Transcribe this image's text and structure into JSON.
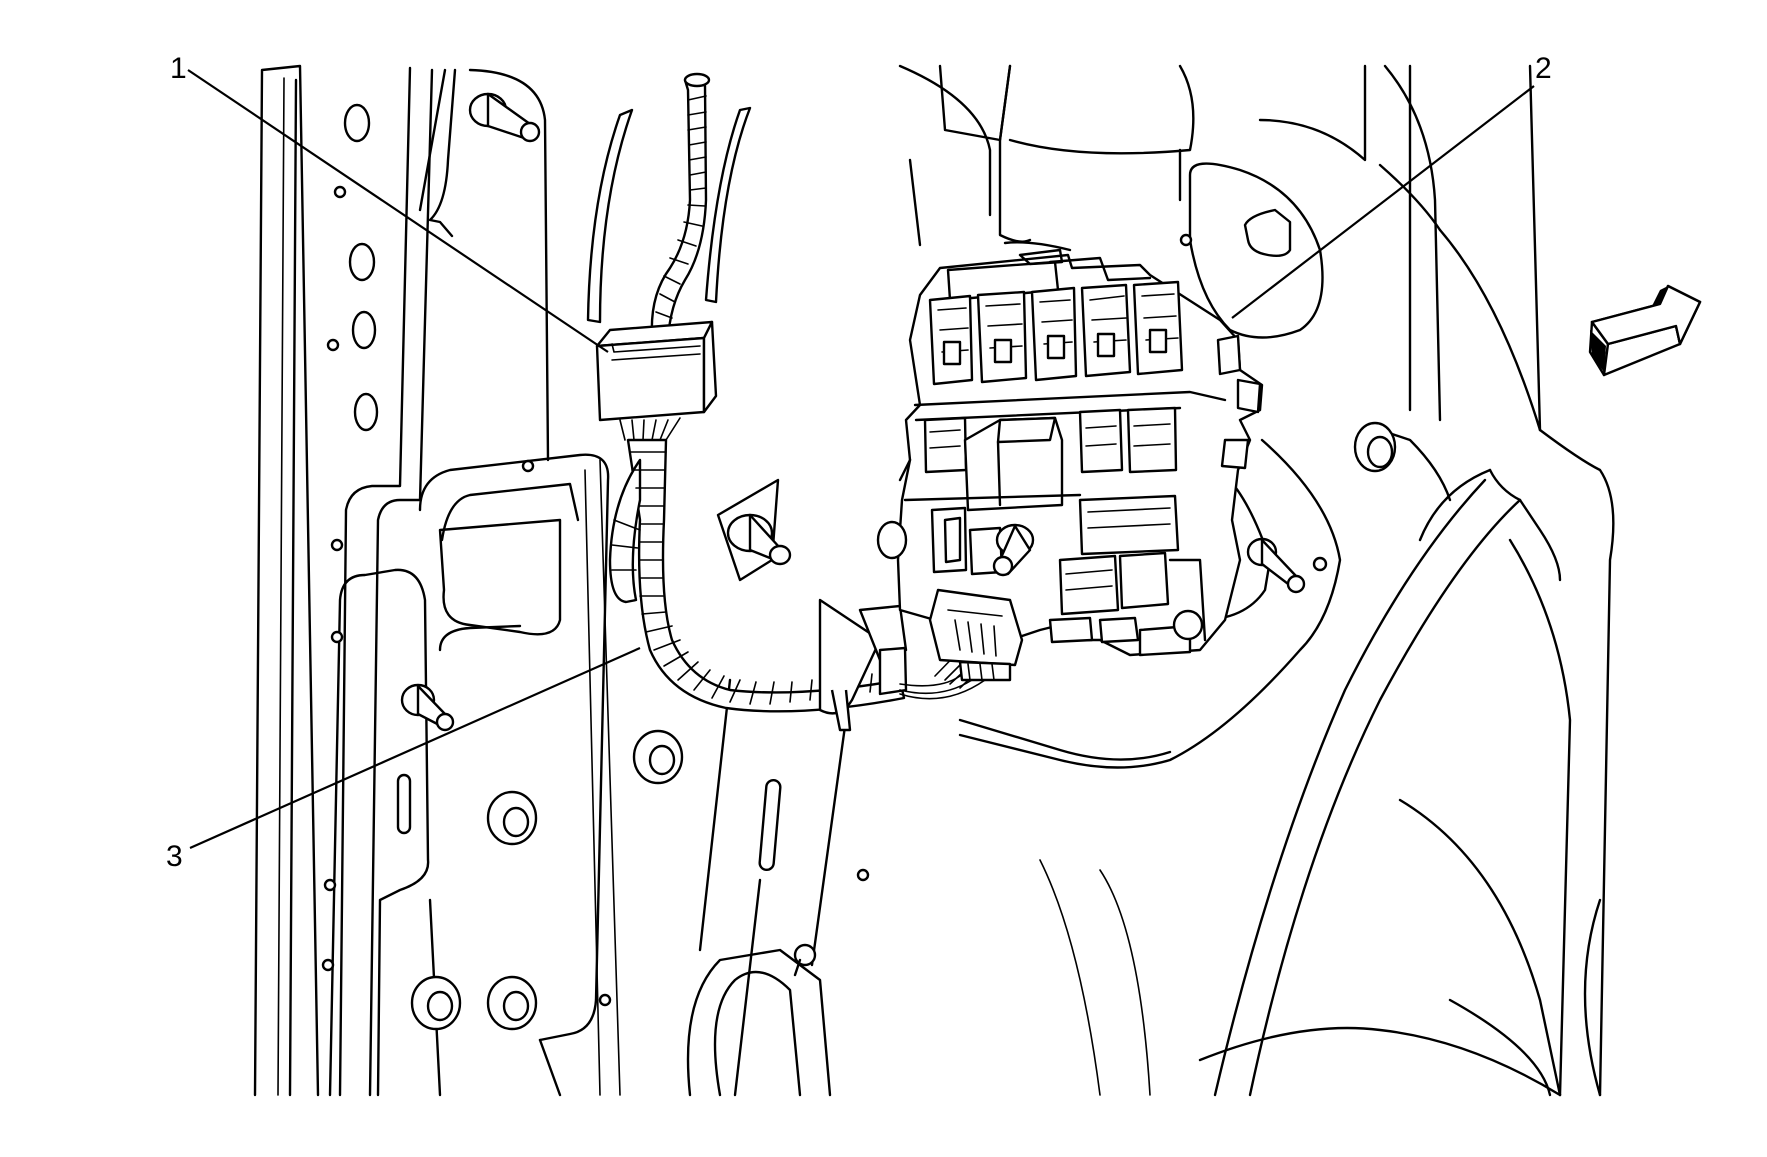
{
  "callouts": [
    {
      "id": "1",
      "label": "1"
    },
    {
      "id": "2",
      "label": "2"
    },
    {
      "id": "3",
      "label": "3"
    }
  ],
  "icons": {
    "direction_arrow": "forward-direction-arrow-icon"
  },
  "colors": {
    "line": "#000000",
    "background": "#ffffff"
  }
}
